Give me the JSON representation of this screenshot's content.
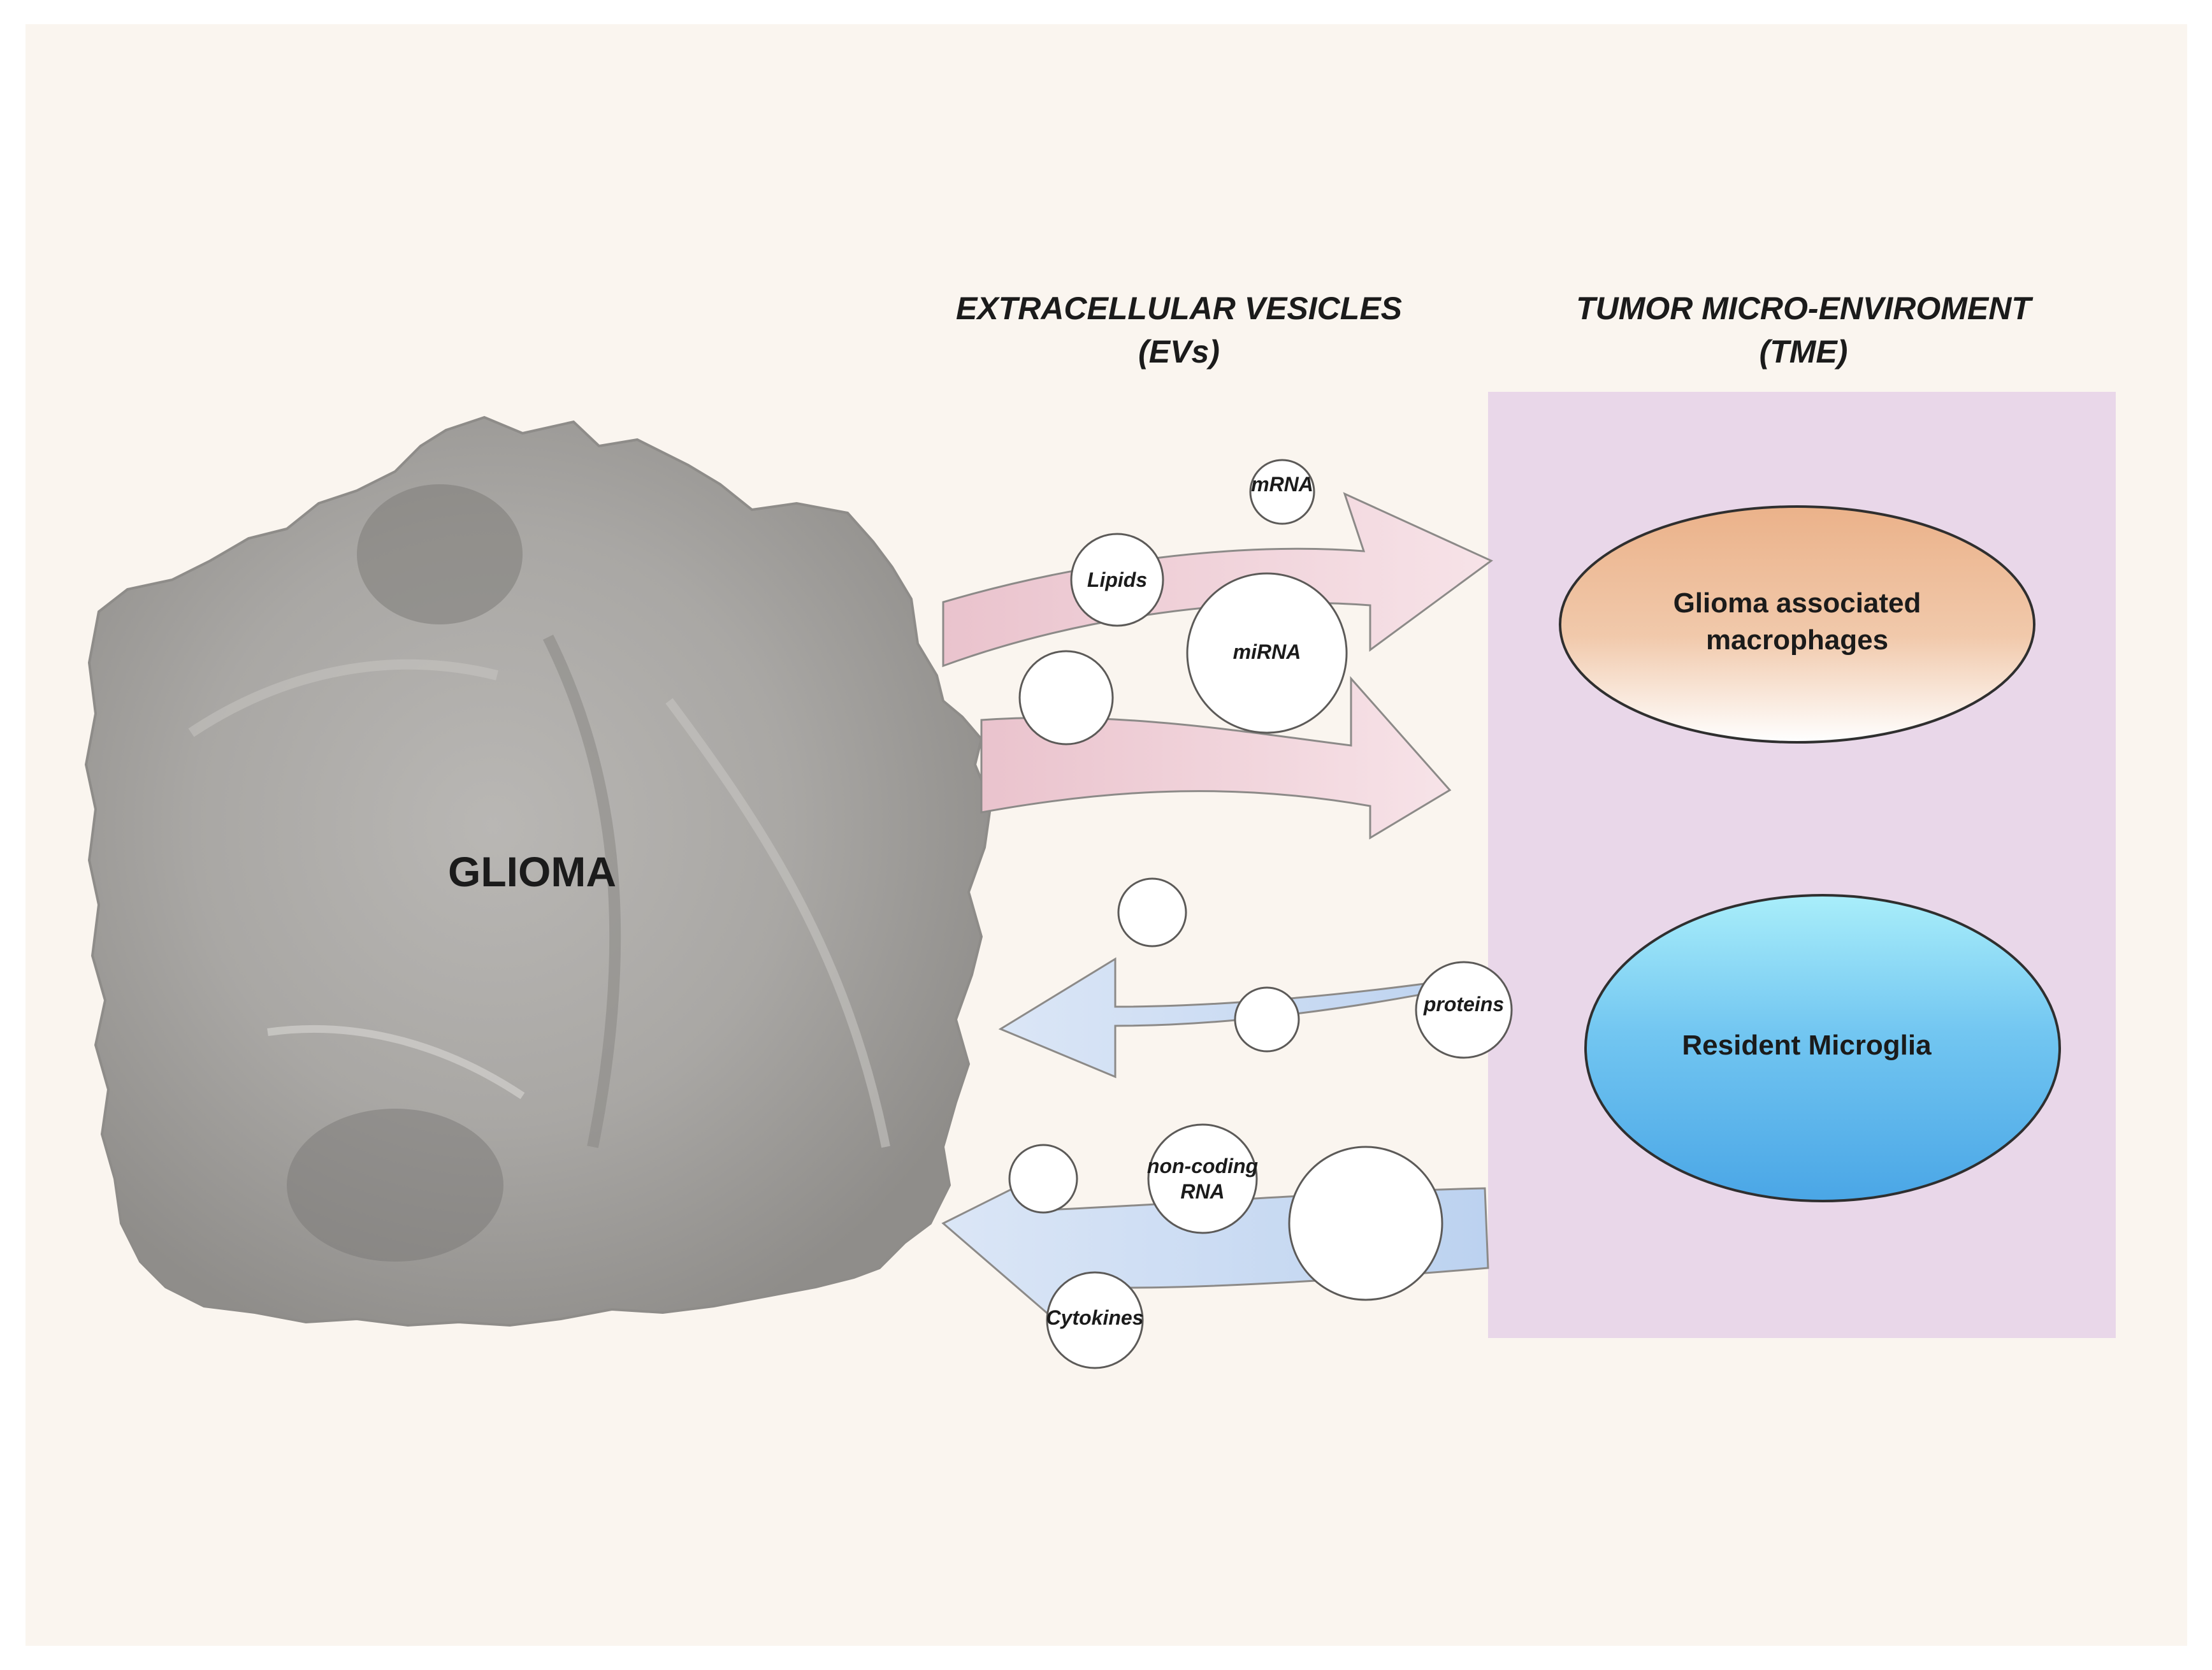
{
  "headers": {
    "ev_line1": "EXTRACELLULAR VESICLES",
    "ev_line2": "(EVs)",
    "tme_line1": "TUMOR MICRO-ENVIROMENT",
    "tme_line2": "(TME)"
  },
  "tumor": {
    "label": "GLIOMA"
  },
  "cells": {
    "macrophages_line1": "Glioma associated",
    "macrophages_line2": "macrophages",
    "microglia": "Resident Microglia"
  },
  "vesicles": {
    "mrna": "mRNA",
    "lipids": "Lipids",
    "mirna": "miRNA",
    "proteins": "proteins",
    "noncoding_line1": "non-coding",
    "noncoding_line2": "RNA",
    "cytokines": "Cytokines"
  },
  "colors": {
    "page_background": "#faf5ef",
    "tme_panel": "#e4d0e6",
    "outgoing_arrows": "#f0d2da",
    "incoming_arrows": "#c7d8f0",
    "tumor_fill": "#a9a7a5",
    "macrophage_fill": "#eeb992",
    "microglia_fill": "#5fb6ec"
  }
}
